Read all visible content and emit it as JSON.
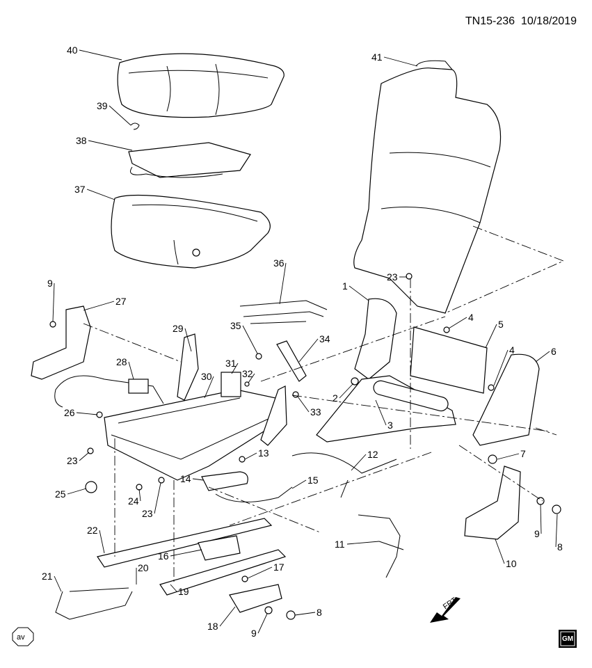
{
  "header": {
    "code": "TN15-236",
    "date": "10/18/2019"
  },
  "badges": {
    "av": "av",
    "gm_logo": "GM",
    "frt": "FRT"
  },
  "callouts": {
    "c40": "40",
    "c39": "39",
    "c38": "38",
    "c37": "37",
    "c41": "41",
    "c36": "36",
    "c9a": "9",
    "c27": "27",
    "c1": "1",
    "c23a": "23",
    "c4a": "4",
    "c5": "5",
    "c35": "35",
    "c34": "34",
    "c29": "29",
    "c31": "31",
    "c32": "32",
    "c30": "30",
    "c28": "28",
    "c2": "2",
    "c33": "33",
    "c3": "3",
    "c6": "6",
    "c4b": "4",
    "c26": "26",
    "c7": "7",
    "c12": "12",
    "c13": "13",
    "c23b": "23",
    "c15": "15",
    "c14": "14",
    "c24": "24",
    "c25": "25",
    "c23c": "23",
    "c22": "22",
    "c11": "11",
    "c16": "16",
    "c9b": "9",
    "c8a": "8",
    "c10": "10",
    "c17": "17",
    "c20": "20",
    "c21": "21",
    "c19": "19",
    "c18": "18",
    "c9c": "9",
    "c8b": "8"
  }
}
